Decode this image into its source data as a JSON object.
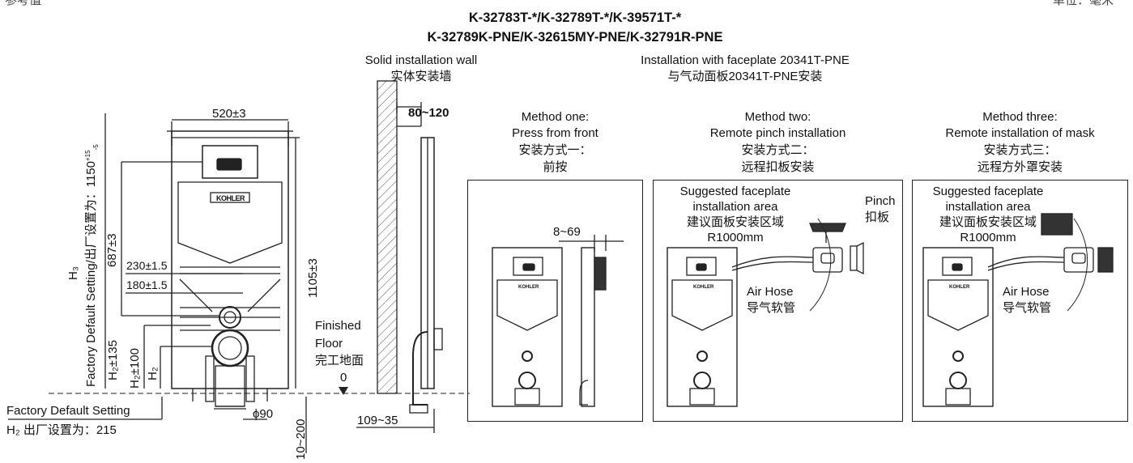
{
  "header": {
    "top_left": "参考值",
    "top_right": "单位：毫米",
    "title_line1": "K-32783T-*/K-32789T-*/K-39571T-*",
    "title_line2": "K-32789K-PNE/K-32615MY-PNE/K-32791R-PNE"
  },
  "wall": {
    "en": "Solid installation wall",
    "zh": "实体安装墙"
  },
  "faceplate_install": {
    "en": "Installation with faceplate 20341T-PNE",
    "zh": "与气动面板20341T-PNE安装"
  },
  "front_view": {
    "width_dim": "520±3",
    "dim_687": "687±3",
    "dim_1105": "1105±3",
    "dim_230": "230±1.5",
    "dim_180": "180±1.5",
    "dim_h2_135": "H₂±135",
    "dim_h2_100": "H₂±100",
    "dim_h2": "H₂",
    "h3": "H₃",
    "factory_vertical": "Factory Default Setting/出厂设置为：1150",
    "factory_sup": "+15",
    "factory_sub": "-5",
    "pipe_dim": "ϕ90",
    "brand": "KOHLER",
    "factory_default_en": "Factory Default Setting",
    "factory_default_zh": "H₂ 出厂设置为：215"
  },
  "floor": {
    "en1": "Finished",
    "en2": "Floor",
    "zh": "完工地面",
    "zero": "0"
  },
  "side_view": {
    "depth_dim": "80~120",
    "offset_dim": "109~35",
    "range_dim": "10~200"
  },
  "methods": [
    {
      "en1": "Method one:",
      "en2": "Press from front",
      "zh1": "安装方式一：",
      "zh2": "前按",
      "dim": "8~69"
    },
    {
      "en1": "Method two:",
      "en2": "Remote pinch installation",
      "zh1": "安装方式二：",
      "zh2": "远程扣板安装",
      "area_en1": "Suggested faceplate",
      "area_en2": "installation area",
      "area_zh": "建议面板安装区域",
      "radius": "R1000mm",
      "pinch_en": "Pinch",
      "pinch_zh": "扣板",
      "hose_en": "Air Hose",
      "hose_zh": "导气软管"
    },
    {
      "en1": "Method three:",
      "en2": "Remote installation of mask",
      "zh1": "安装方式三：",
      "zh2": "远程方外罩安装",
      "area_en1": "Suggested faceplate",
      "area_en2": "installation area",
      "area_zh": "建议面板安装区域",
      "radius": "R1000mm",
      "hose_en": "Air Hose",
      "hose_zh": "导气软管"
    }
  ]
}
